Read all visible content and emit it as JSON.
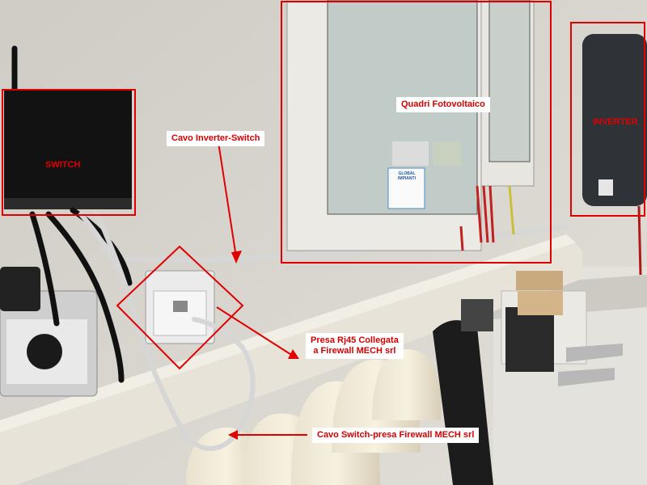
{
  "annotations": {
    "switch_label": "SWITCH",
    "inverter_label": "INVERTER",
    "quadri_label": "Quadri Fotovoltaico",
    "cable_inverter_switch": "Cavo Inverter-Switch",
    "presa_line1": "Presa Rj45 Collegata",
    "presa_line2": "a Firewall MECH srl",
    "cable_switch_presa": "Cavo Switch-presa Firewall MECH srl"
  },
  "panel_sticker": {
    "brand": "GLOBAL IMPIANTI"
  },
  "colors": {
    "annotation_red": "#e00000",
    "wall": "#d9d6cf",
    "trunking": "#e6e2d8"
  }
}
